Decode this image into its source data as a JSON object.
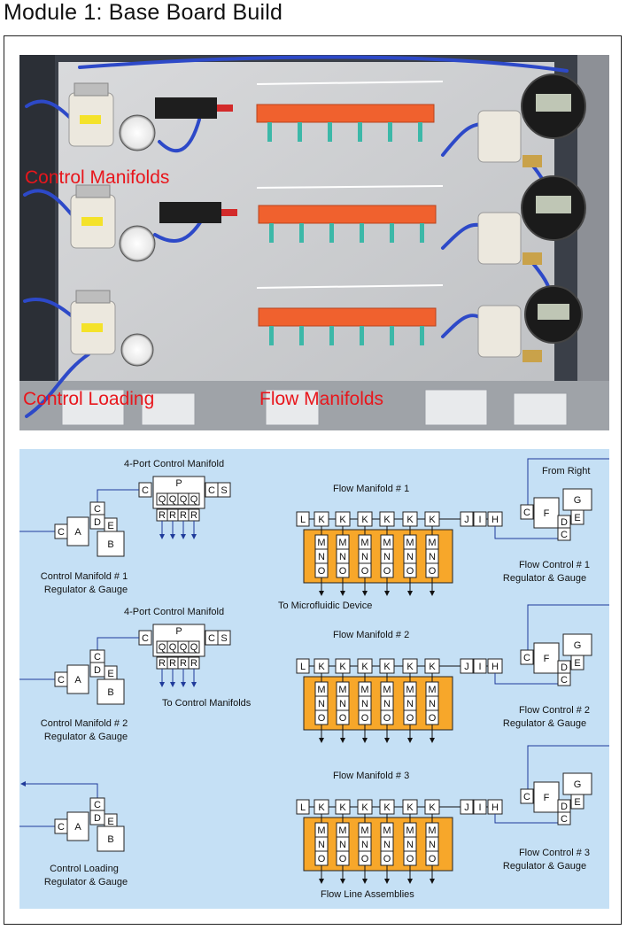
{
  "title": "Module 1: Base Board Build",
  "photo": {
    "labels": {
      "control_manifolds": "Control Manifolds",
      "control_loading": "Control Loading",
      "flow_manifolds": "Flow Manifolds"
    }
  },
  "diagram": {
    "control_manifolds": [
      {
        "name": "4-Port Control Manifold",
        "p": "P",
        "c": "C",
        "s": "S",
        "ports_q": [
          "Q",
          "Q",
          "Q",
          "Q"
        ],
        "ports_r": [
          "R",
          "R",
          "R",
          "R"
        ]
      },
      {
        "name": "4-Port Control Manifold",
        "p": "P",
        "c": "C",
        "s": "S",
        "ports_q": [
          "Q",
          "Q",
          "Q",
          "Q"
        ],
        "ports_r": [
          "R",
          "R",
          "R",
          "R"
        ]
      }
    ],
    "regulators": [
      {
        "line1": "Control Manifold # 1",
        "line2": "Regulator & Gauge",
        "a": "A",
        "b": "B",
        "c": "C",
        "d": "D",
        "e": "E"
      },
      {
        "line1": "Control Manifold # 2",
        "line2": "Regulator & Gauge",
        "a": "A",
        "b": "B",
        "c": "C",
        "d": "D",
        "e": "E"
      },
      {
        "line1": "Control Loading",
        "line2": "Regulator & Gauge",
        "a": "A",
        "b": "B",
        "c": "C",
        "d": "D",
        "e": "E"
      }
    ],
    "flow_manifolds": [
      {
        "name": "Flow Manifold # 1",
        "l": "L",
        "k": [
          "K",
          "K",
          "K",
          "K",
          "K",
          "K"
        ],
        "j": "J",
        "i": "I",
        "h": "H",
        "m": "M",
        "n": "N",
        "o": "O"
      },
      {
        "name": "Flow Manifold # 2",
        "l": "L",
        "k": [
          "K",
          "K",
          "K",
          "K",
          "K",
          "K"
        ],
        "j": "J",
        "i": "I",
        "h": "H",
        "m": "M",
        "n": "N",
        "o": "O"
      },
      {
        "name": "Flow Manifold # 3",
        "l": "L",
        "k": [
          "K",
          "K",
          "K",
          "K",
          "K",
          "K"
        ],
        "j": "J",
        "i": "I",
        "h": "H",
        "m": "M",
        "n": "N",
        "o": "O"
      }
    ],
    "flow_controls": [
      {
        "line1": "Flow Control # 1",
        "line2": "Regulator & Gauge",
        "c": "C",
        "d": "D",
        "e": "E",
        "f": "F",
        "g": "G"
      },
      {
        "line1": "Flow Control # 2",
        "line2": "Regulator & Gauge",
        "c": "C",
        "d": "D",
        "e": "E",
        "f": "F",
        "g": "G"
      },
      {
        "line1": "Flow Control # 3",
        "line2": "Regulator & Gauge",
        "c": "C",
        "d": "D",
        "e": "E",
        "f": "F",
        "g": "G"
      }
    ],
    "annotations": {
      "from_right": "From Right",
      "to_microfluidic": "To Microfluidic Device",
      "to_control_manifolds": "To Control Manifolds",
      "flow_line_assemblies": "Flow Line Assemblies"
    }
  },
  "colors": {
    "diagram_bg": "#c5e0f5",
    "manifold_orange": "#f7a72a",
    "line_blue": "#1f3a9a",
    "label_red": "#e8161c"
  }
}
